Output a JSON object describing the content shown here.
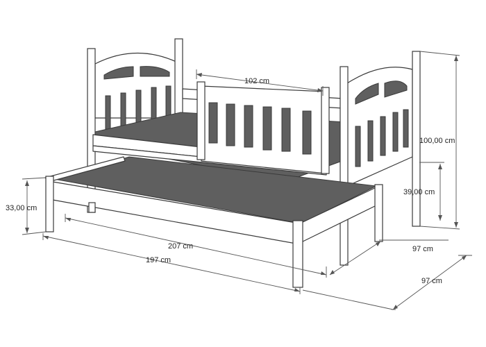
{
  "dimensions": {
    "rail_width": "102 cm",
    "total_height": "100,00 cm",
    "side_height": "39,00 cm",
    "trundle_height": "33,00 cm",
    "outer_length": "207 cm",
    "inner_length": "197 cm",
    "depth_top": "97 cm",
    "depth_bottom": "97 cm"
  }
}
